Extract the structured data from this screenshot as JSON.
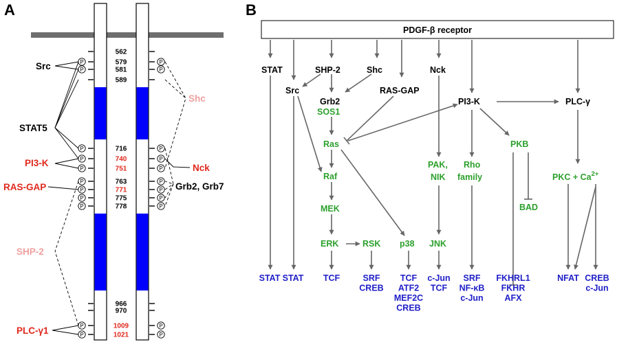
{
  "panel_a": {
    "title": "A",
    "colors": {
      "domain": "#0000ff",
      "membrane": "#6e6e6e",
      "red": "#e0281c",
      "pink": "#f0a0a0",
      "black": "#000000"
    },
    "phospho_symbol": "P",
    "residues": [
      {
        "label": "562",
        "color": "black"
      },
      {
        "label": "579",
        "color": "black"
      },
      {
        "label": "581",
        "color": "black"
      },
      {
        "label": "589",
        "color": "black"
      },
      {
        "label": "716",
        "color": "black"
      },
      {
        "label": "740",
        "color": "red"
      },
      {
        "label": "751",
        "color": "red"
      },
      {
        "label": "763",
        "color": "black"
      },
      {
        "label": "771",
        "color": "red"
      },
      {
        "label": "775",
        "color": "black"
      },
      {
        "label": "778",
        "color": "black"
      },
      {
        "label": "966",
        "color": "black"
      },
      {
        "label": "970",
        "color": "black"
      },
      {
        "label": "1009",
        "color": "red"
      },
      {
        "label": "1021",
        "color": "red"
      }
    ],
    "left_labels": {
      "src": "Src",
      "stat5": "STAT5",
      "pi3k": "PI3-K",
      "rasgap": "RAS-GAP",
      "shp2": "SHP-2",
      "plcg1": "PLC-γ1"
    },
    "right_labels": {
      "shc": "Shc",
      "nck": "Nck",
      "grb": "Grb2, Grb7"
    }
  },
  "panel_b": {
    "title": "B",
    "receptor": "PDGF-β receptor",
    "colors": {
      "black": "#000000",
      "green": "#2ca02c",
      "blue": "#2020c8",
      "arrow": "#666666"
    },
    "nodes": {
      "stat": "STAT",
      "src": "Src",
      "shp2": "SHP-2",
      "shc": "Shc",
      "nck": "Nck",
      "rasgap": "RAS-GAP",
      "grb2": "Grb2",
      "sos1": "SOS1",
      "ras": "Ras",
      "raf": "Raf",
      "mek": "MEK",
      "erk": "ERK",
      "rsk": "RSK",
      "p38": "p38",
      "pak": "PAK,",
      "nik": "NIK",
      "jnk": "JNK",
      "rho": "Rho",
      "rho2": "family",
      "pi3k": "PI3-K",
      "pkb": "PKB",
      "bad": "BAD",
      "plcg": "PLC-γ",
      "pkc": "PKC + Ca"
    },
    "pkc_superscript": "2+",
    "targets": [
      {
        "lines": [
          "STAT"
        ]
      },
      {
        "lines": [
          "STAT"
        ]
      },
      {
        "lines": [
          "TCF"
        ]
      },
      {
        "lines": [
          "SRF",
          "CREB"
        ]
      },
      {
        "lines": [
          "TCF",
          "ATF2",
          "MEF2C",
          "CREB"
        ]
      },
      {
        "lines": [
          "c-Jun",
          "TCF"
        ]
      },
      {
        "lines": [
          "SRF",
          "NF-κB",
          "c-Jun"
        ]
      },
      {
        "lines": [
          "FKHRL1",
          "FKHR",
          "AFX"
        ]
      },
      {
        "lines": [
          "NFAT"
        ]
      },
      {
        "lines": [
          "CREB",
          "c-Jun"
        ]
      }
    ]
  }
}
